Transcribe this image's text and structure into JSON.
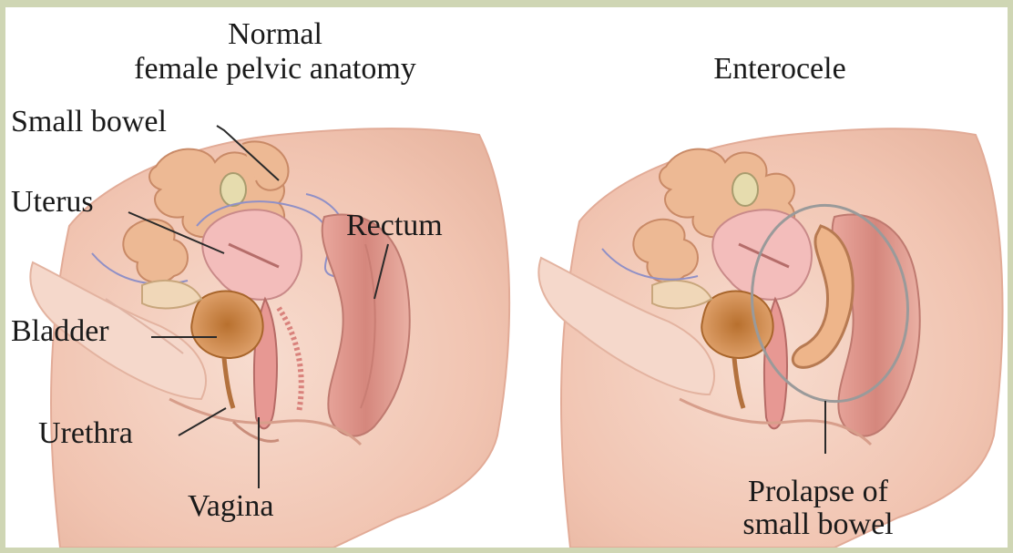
{
  "titles": {
    "normal_line1": "Normal",
    "normal_line2": "female pelvic anatomy",
    "enterocele": "Enterocele"
  },
  "labels": {
    "small_bowel": "Small bowel",
    "uterus": "Uterus",
    "rectum": "Rectum",
    "bladder": "Bladder",
    "urethra": "Urethra",
    "vagina": "Vagina",
    "prolapse_line1": "Prolapse of",
    "prolapse_line2": "small bowel"
  },
  "colors": {
    "frame": "#cfd6b4",
    "skin": "#f4cfc0",
    "skin_shadow": "#e3a894",
    "bowel": "#e9b08e",
    "uterus": "#f0b8b4",
    "rectum": "#d98f86",
    "bladder": "#c8803e",
    "vessel": "#8f8fc8",
    "highlight_circle": "#9a9a9a"
  }
}
